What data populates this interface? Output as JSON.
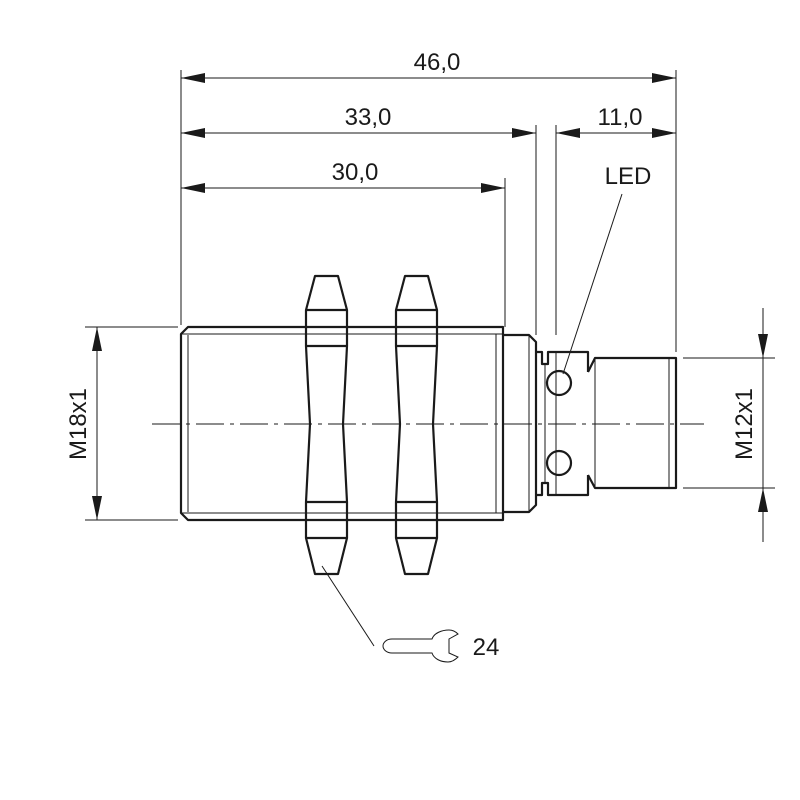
{
  "dimensions": {
    "overall_length": "46,0",
    "thread_length": "33,0",
    "sensing_body_length": "30,0",
    "connector_length": "11,0"
  },
  "labels": {
    "main_thread": "M18x1",
    "connector_thread": "M12x1",
    "led": "LED",
    "wrench_size": "24"
  },
  "icons": {
    "wrench": "wrench-icon"
  }
}
